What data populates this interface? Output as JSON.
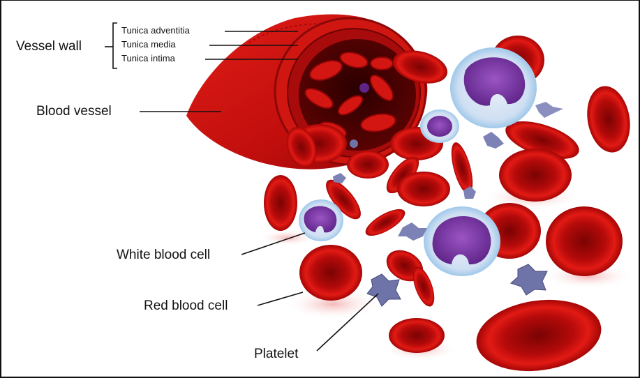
{
  "labels": {
    "vessel_wall": "Vessel wall",
    "tunica_adventitia": "Tunica adventitia",
    "tunica_media": "Tunica media",
    "tunica_intima": "Tunica intima",
    "blood_vessel": "Blood vessel",
    "white_blood_cell": "White blood cell",
    "red_blood_cell": "Red blood cell",
    "platelet": "Platelet"
  },
  "colors": {
    "blood_red": "#c8100f",
    "dark_red": "#7a0303",
    "wbc_membrane": "#b9d7ef",
    "wbc_nucleus": "#7b3aa6",
    "platelet": "#6f74a8",
    "line": "#111111"
  }
}
